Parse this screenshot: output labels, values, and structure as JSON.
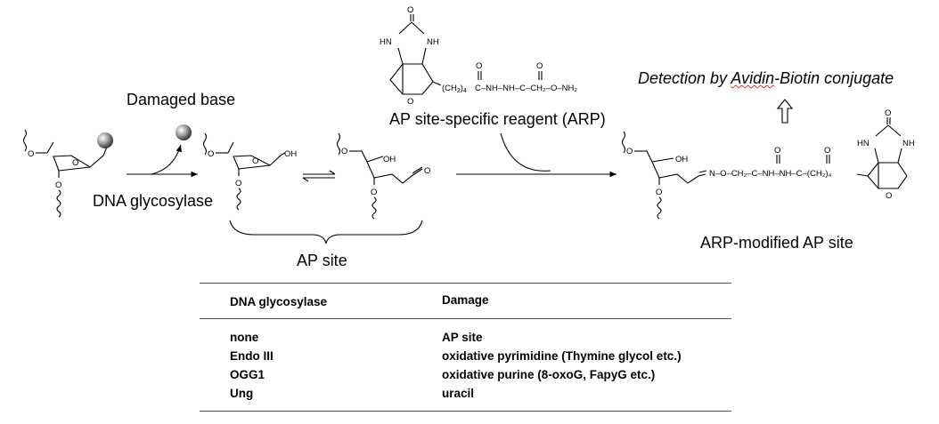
{
  "labels": {
    "damaged_base": "Damaged base",
    "dna_glycosylase": "DNA glycosylase",
    "ap_site": "AP site",
    "arp_reagent": "AP site-specific reagent (ARP)",
    "arp_modified": "ARP-modified AP site",
    "detection_prefix": "Detection by ",
    "detection_word": "Avidin",
    "detection_suffix": "-Biotin conjugate"
  },
  "chem": {
    "nh": "NH",
    "hn": "HN",
    "o": "O",
    "oh": "OH",
    "ch2_4": "(CH",
    "arp_chain": "C–NH–NH–C–CH₂–O–NH₂",
    "oxime_chain": "N–O–CH₂–C–NH–NH–C–(CH₂)₄"
  },
  "table": {
    "headers": [
      "DNA glycosylase",
      "Damage"
    ],
    "rows": [
      [
        "none",
        "AP site"
      ],
      [
        "Endo III",
        "oxidative pyrimidine (Thymine glycol etc.)"
      ],
      [
        "OGG1",
        "oxidative purine (8-oxoG, FapyG etc.)"
      ],
      [
        "Ung",
        "uracil"
      ]
    ]
  }
}
